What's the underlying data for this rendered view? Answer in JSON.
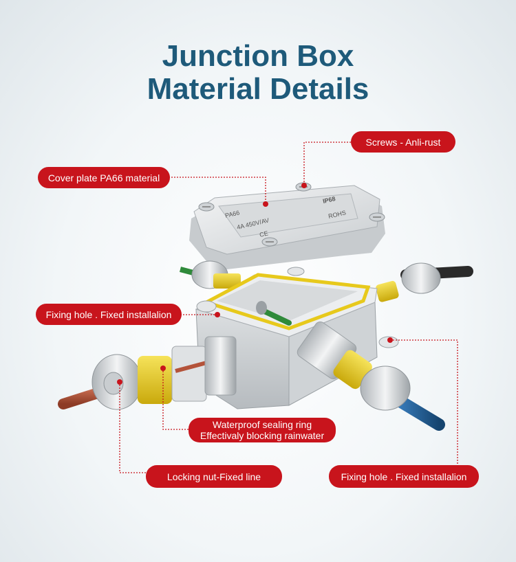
{
  "title": {
    "line1": "Junction Box",
    "line2": "Material Details"
  },
  "labels": {
    "screws": "Screws - Anli-rust",
    "cover": "Cover plate PA66 material",
    "fixing_left": "Fixing hole . Fixed installalion",
    "sealing_line1": "Waterproof sealing ring",
    "sealing_line2": "Effectivaly blocking rainwater",
    "locking": "Locking nut-Fixed line",
    "fixing_right": "Fixing hole . Fixed installalion"
  },
  "plate_text": {
    "line1": "PA66",
    "line2": "IP68",
    "line3": "4A 450V/AV",
    "line4": "CE",
    "line5": "ROHS"
  },
  "colors": {
    "title": "#1e5a7a",
    "tag": "#c8141c",
    "leader": "#c8141c",
    "seal": "#e7c91c",
    "box": "#e4e6e8",
    "copper_wire": "#b4533a",
    "blue_wire": "#1f5f9a",
    "green_wire": "#2f8a3a",
    "black_cable": "#2a2a2a"
  },
  "icons": [
    "screw-icon",
    "cable-gland-icon",
    "junction-box-icon"
  ]
}
